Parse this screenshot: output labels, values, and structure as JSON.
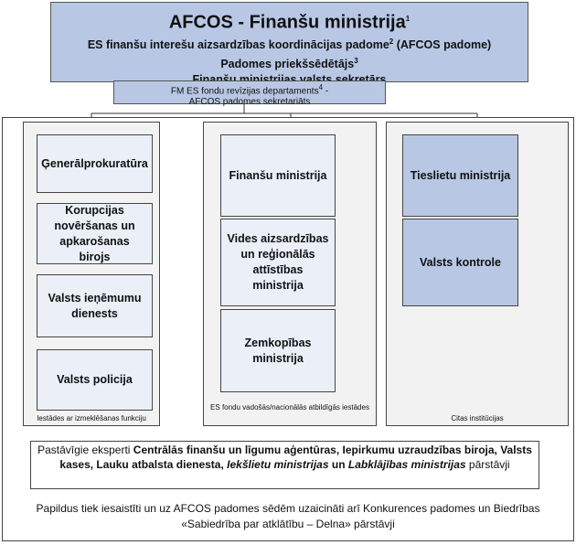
{
  "top": {
    "title": "AFCOS - Finanšu ministrija",
    "title_sup": "1",
    "line2": "ES finanšu interešu aizsardzības koordinācijas padome",
    "line2_sup": "2",
    "line2_suffix": " (AFCOS padome)",
    "line3": "Padomes priekšsēdētājs",
    "line3_sup": "3",
    "line4": "Finanšu ministrijas valsts sekretārs"
  },
  "secretariat": {
    "line1": "FM ES fondu revīzijas departaments",
    "line1_sup": "4",
    "line1_suffix": " -",
    "line2": "AFCOS padomes sekretariāts"
  },
  "columns": [
    {
      "boxes": [
        "Ģenerālprokuratūra",
        "Korupcijas novēršanas un apkarošanas birojs",
        "Valsts ieņēmumu dienests",
        "Valsts policija"
      ],
      "caption": "Iestādes ar izmeklēšanas funkciju"
    },
    {
      "boxes": [
        "Finanšu ministrija",
        "Vides aizsardzības un reģionālās attīstības ministrija",
        "Zemkopības ministrija"
      ],
      "caption": "ES fondu vadošās/nacionālās atbildīgās iestādes"
    },
    {
      "boxes": [
        "Tieslietu ministrija",
        "Valsts kontrole"
      ],
      "caption": "Citas institūcijas"
    }
  ],
  "experts": {
    "prefix": "Pastāvīgie eksperti ",
    "bold": "Centrālās finanšu un līgumu aģentūras, Iepirkumu uzraudzības biroja, Valsts kases, Lauku atbalsta dienesta, ",
    "italic1": "Iekšlietu ministrijas",
    "mid": " un ",
    "italic2": "Labklājības ministrijas",
    "suffix": " pārstāvji"
  },
  "extra": {
    "text": "Papildus tiek iesaistīti un uz AFCOS padomes sēdēm uzaicināti arī Konkurences padomes un Biedrības «Sabiedrība par atklātību – Delna» pārstāvji"
  },
  "colors": {
    "header_fill": "#b8c8e4",
    "light_box": "#eaeff8",
    "dark_box": "#b8c8e4",
    "column_fill": "#f2f2f2"
  }
}
